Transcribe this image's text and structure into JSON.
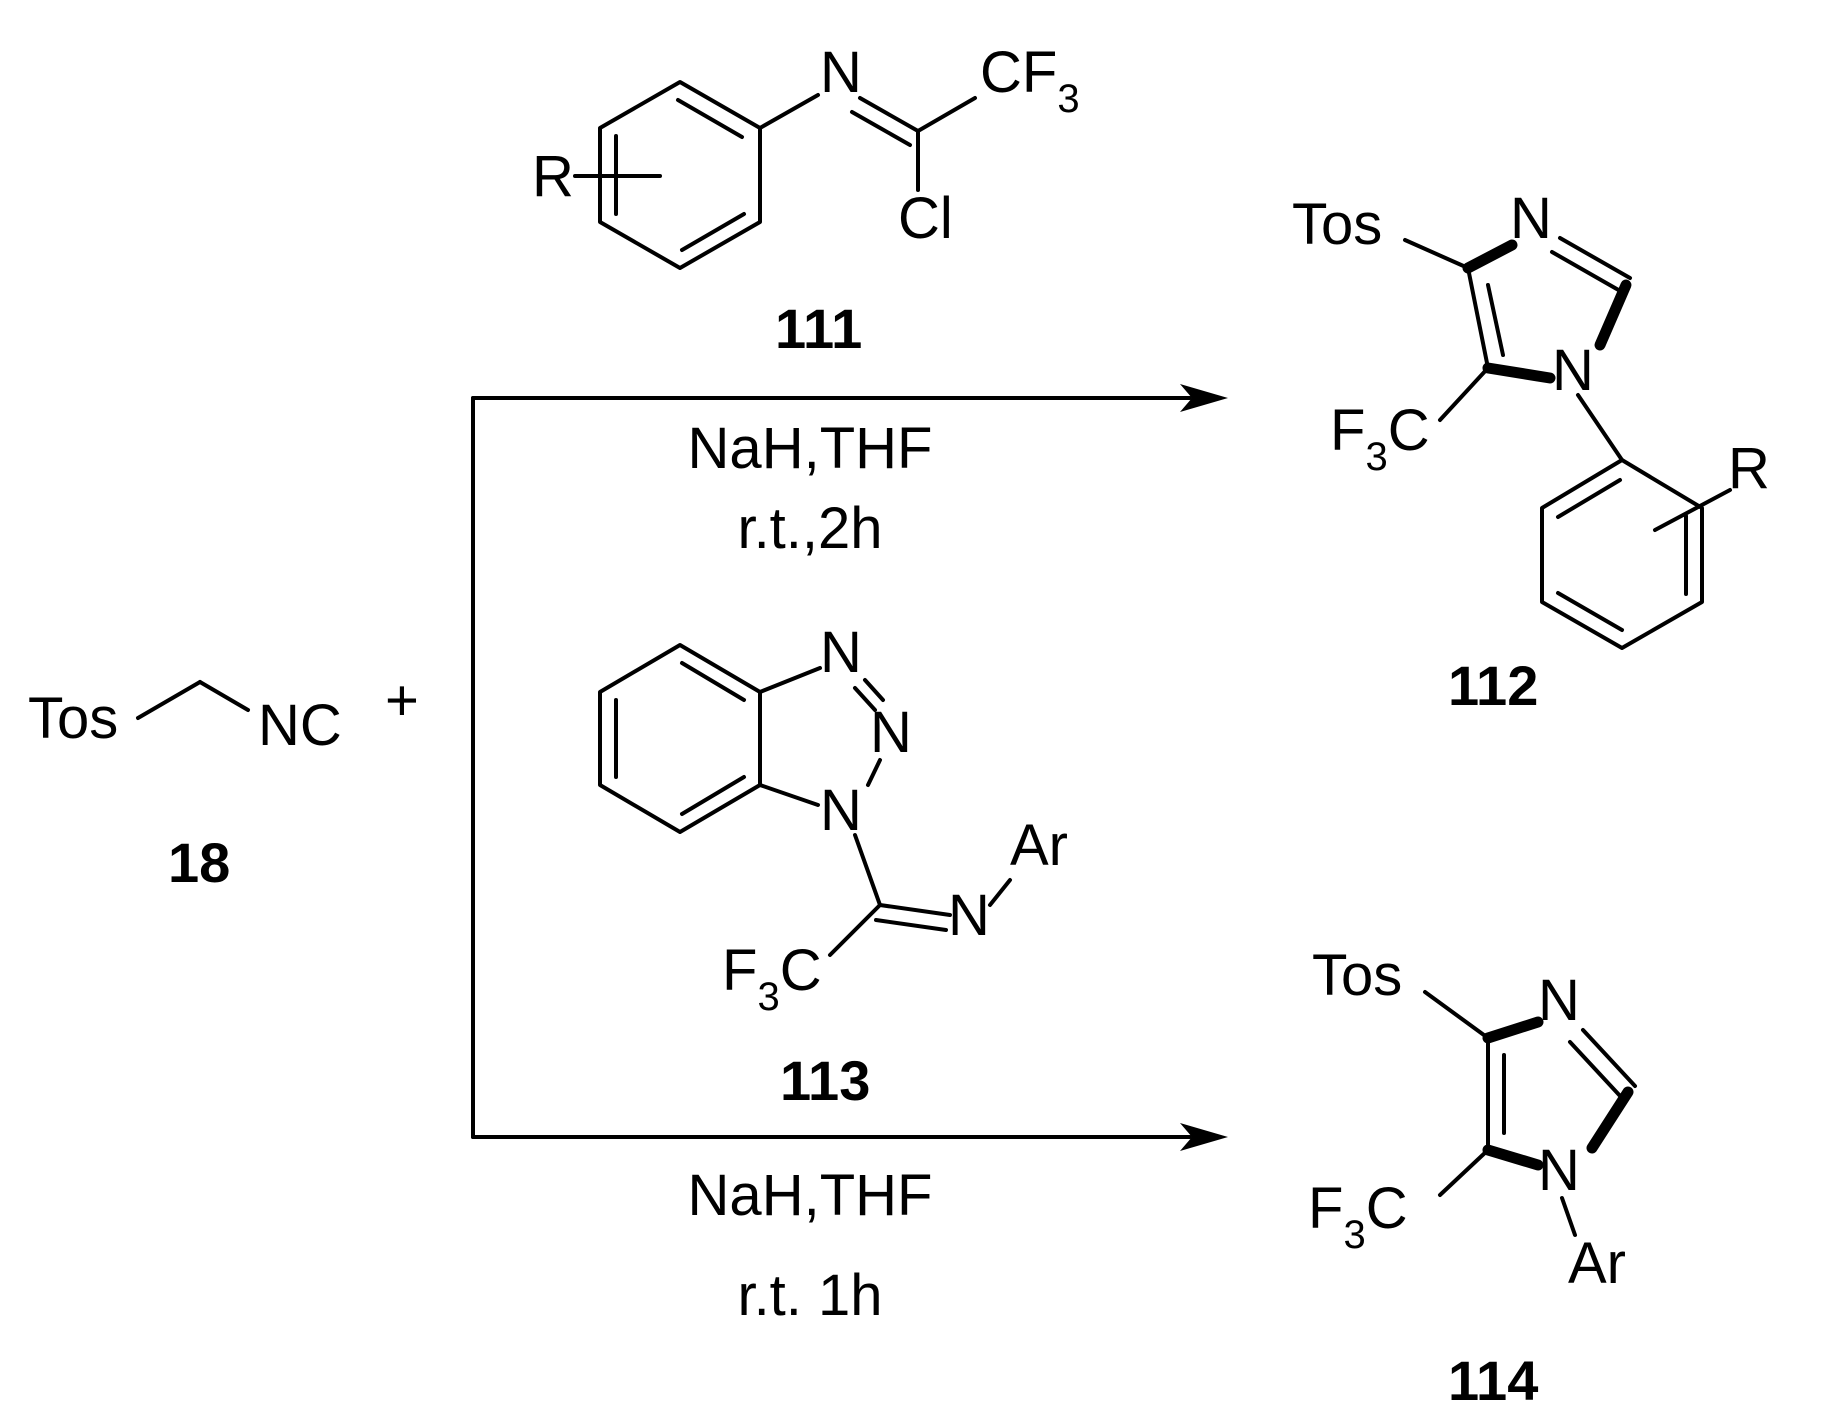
{
  "reactant_18": {
    "group_tos": "Tos",
    "group_nc": "NC",
    "number": "18"
  },
  "plus": "+",
  "reagent_111": {
    "r": "R",
    "n": "N",
    "cf3": "CF",
    "cf3_sub": "3",
    "cl": "Cl",
    "number": "111"
  },
  "conditions_top": {
    "reagent": "NaH,THF",
    "time": "r.t.,2h"
  },
  "reagent_113": {
    "n1": "N",
    "n2": "N",
    "n3": "N",
    "n_imine": "N",
    "ar": "Ar",
    "f3c": "F",
    "f3c_sub": "3",
    "f3c_c": "C",
    "number": "113"
  },
  "conditions_bottom": {
    "reagent": "NaH,THF",
    "time": "r.t. 1h"
  },
  "product_112": {
    "tos": "Tos",
    "n3": "N",
    "n1": "N",
    "f3c": "F",
    "f3c_sub": "3",
    "f3c_c": "C",
    "r": "R",
    "number": "112"
  },
  "product_114": {
    "tos": "Tos",
    "n3": "N",
    "n1": "N",
    "f3c": "F",
    "f3c_sub": "3",
    "f3c_c": "C",
    "ar": "Ar",
    "number": "114"
  },
  "colors": {
    "ink": "#000000",
    "background": "#ffffff"
  }
}
